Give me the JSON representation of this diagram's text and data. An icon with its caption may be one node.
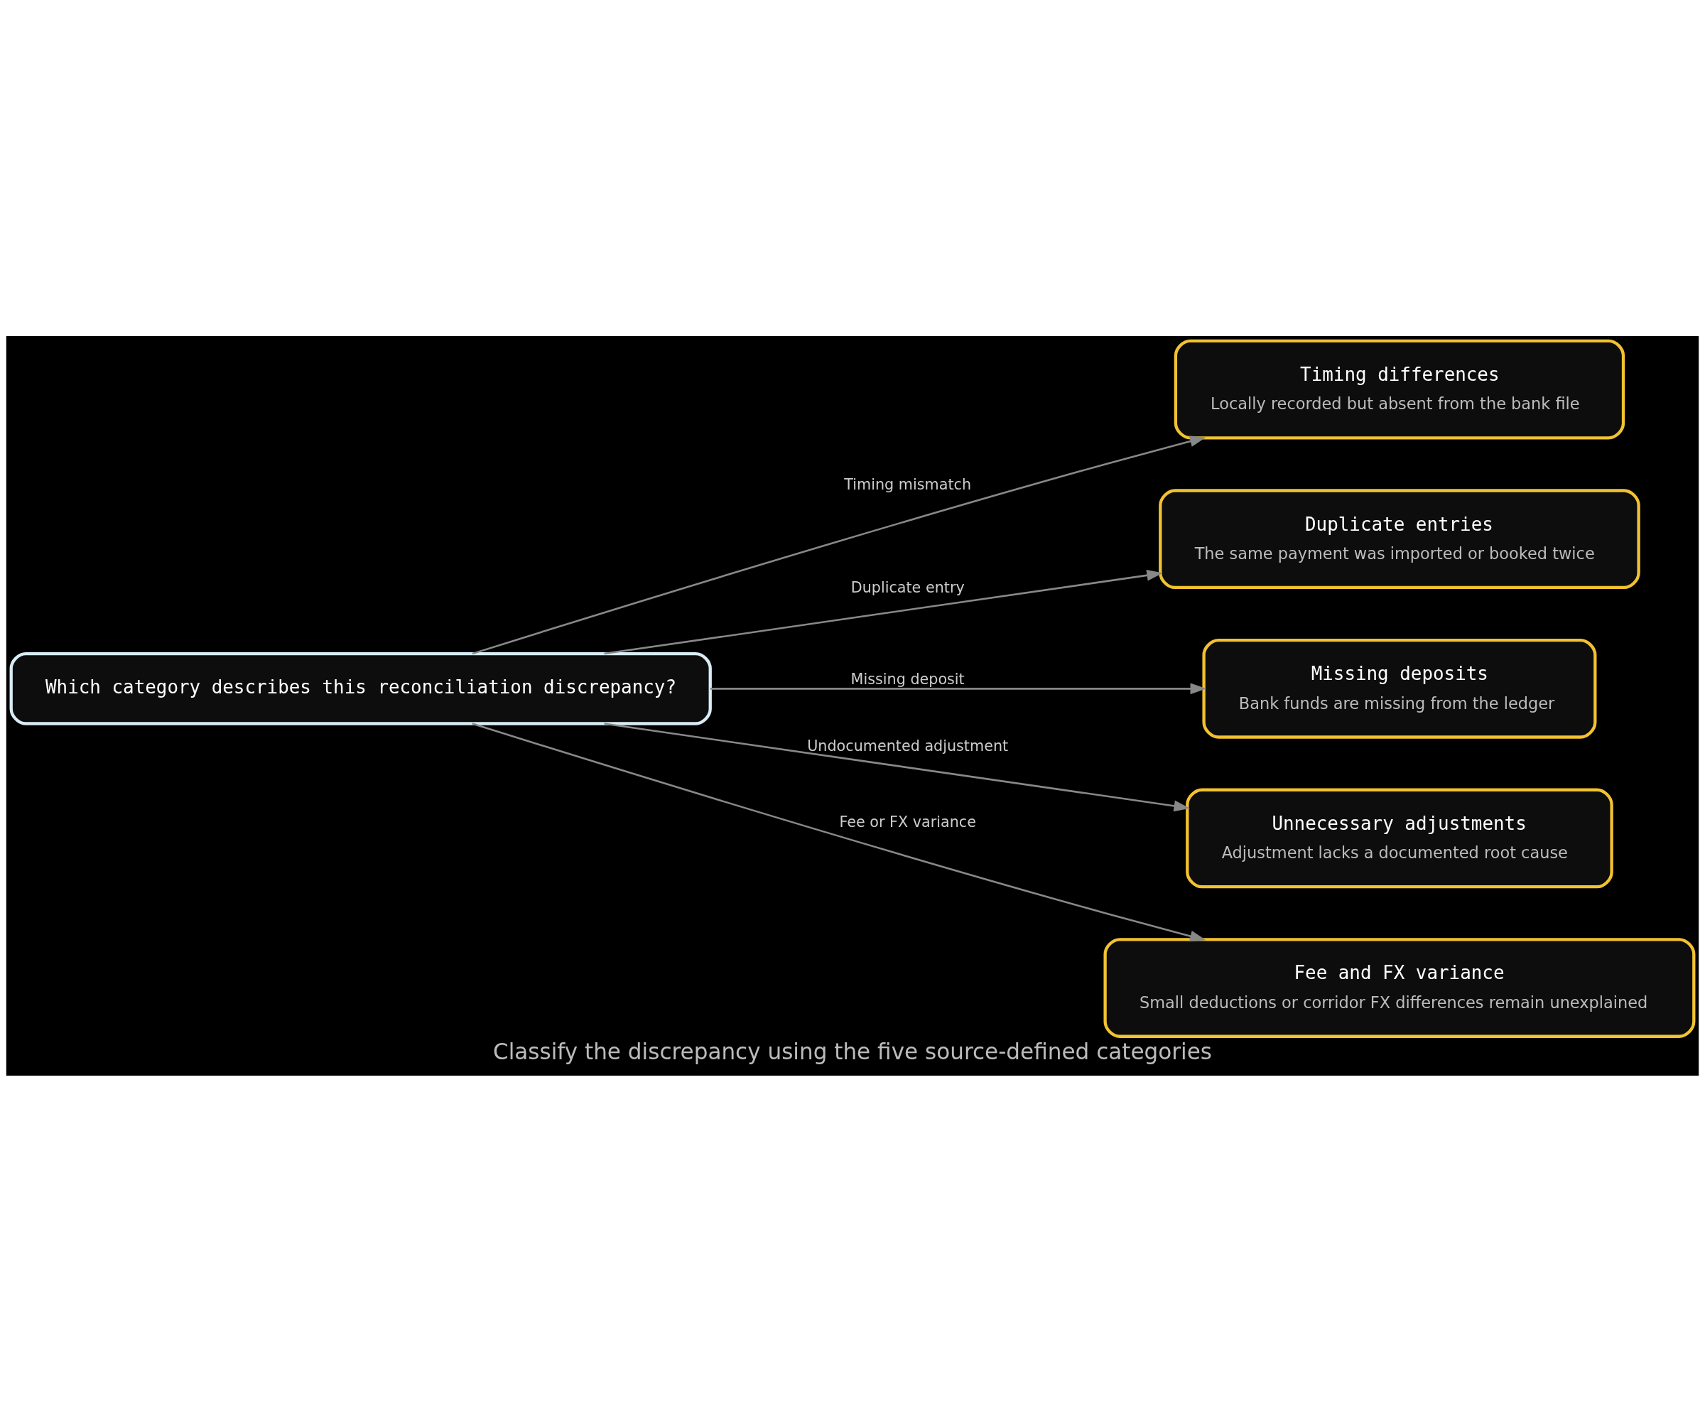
{
  "diagram": {
    "caption": "Classify the discrepancy using the five source-defined categories",
    "nodes": [
      {
        "text": [
          "Which category describes this reconciliation discrepancy?"
        ]
      },
      {
        "text": [
          "Timing differences",
          "Locally recorded but absent from the bank file"
        ]
      },
      {
        "text": [
          "Duplicate entries",
          "The same payment was imported or booked twice"
        ]
      },
      {
        "text": [
          "Missing deposits",
          "Bank funds are missing from the ledger"
        ]
      },
      {
        "text": [
          "Unnecessary adjustments",
          "Adjustment lacks a documented root cause"
        ]
      },
      {
        "text": [
          "Fee and FX variance",
          "Small deductions or corridor FX differences remain unexplained"
        ]
      }
    ],
    "edges": [
      {
        "from": 0,
        "to": 1,
        "arrow": "to",
        "label": "Timing mismatch"
      },
      {
        "from": 0,
        "to": 2,
        "arrow": "to",
        "label": "Duplicate entry"
      },
      {
        "from": 0,
        "to": 3,
        "arrow": "to",
        "label": "Missing deposit"
      },
      {
        "from": 0,
        "to": 4,
        "arrow": "to",
        "label": "Undocumented adjustment"
      },
      {
        "from": 0,
        "to": 5,
        "arrow": "to",
        "label": "Fee or FX variance"
      }
    ]
  }
}
